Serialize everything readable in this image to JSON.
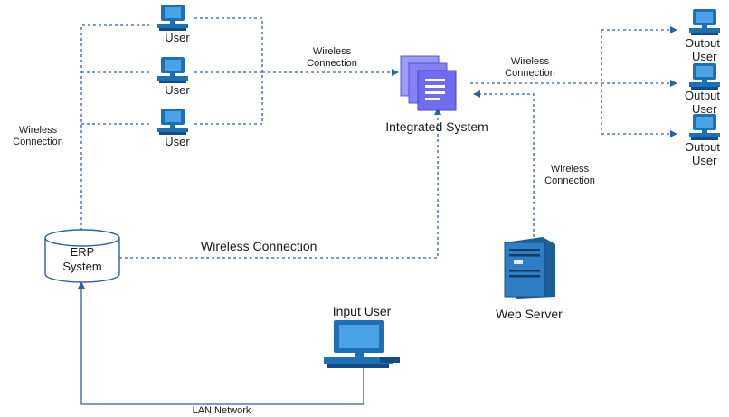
{
  "nodes": {
    "users": [
      "User",
      "User",
      "User"
    ],
    "output_users": [
      [
        "Output",
        "User"
      ],
      [
        "Output",
        "User"
      ],
      [
        "Output",
        "User"
      ]
    ],
    "integrated_system": "Integrated System",
    "erp_system": [
      "ERP",
      "System"
    ],
    "web_server": "Web Server",
    "input_user": "Input User"
  },
  "edges": {
    "wireless_left": [
      "Wireless",
      "Connection"
    ],
    "wireless_top": [
      "Wireless",
      "Connection"
    ],
    "wireless_right": [
      "Wireless",
      "Connection"
    ],
    "wireless_server": [
      "Wireless",
      "Connection"
    ],
    "wireless_erp": "Wireless Connection",
    "lan": "LAN Network"
  },
  "colors": {
    "connector": "#2f5fa0",
    "computer": "#1f6fb5",
    "document": "#6e6cf0",
    "server": "#2d7ec4"
  }
}
